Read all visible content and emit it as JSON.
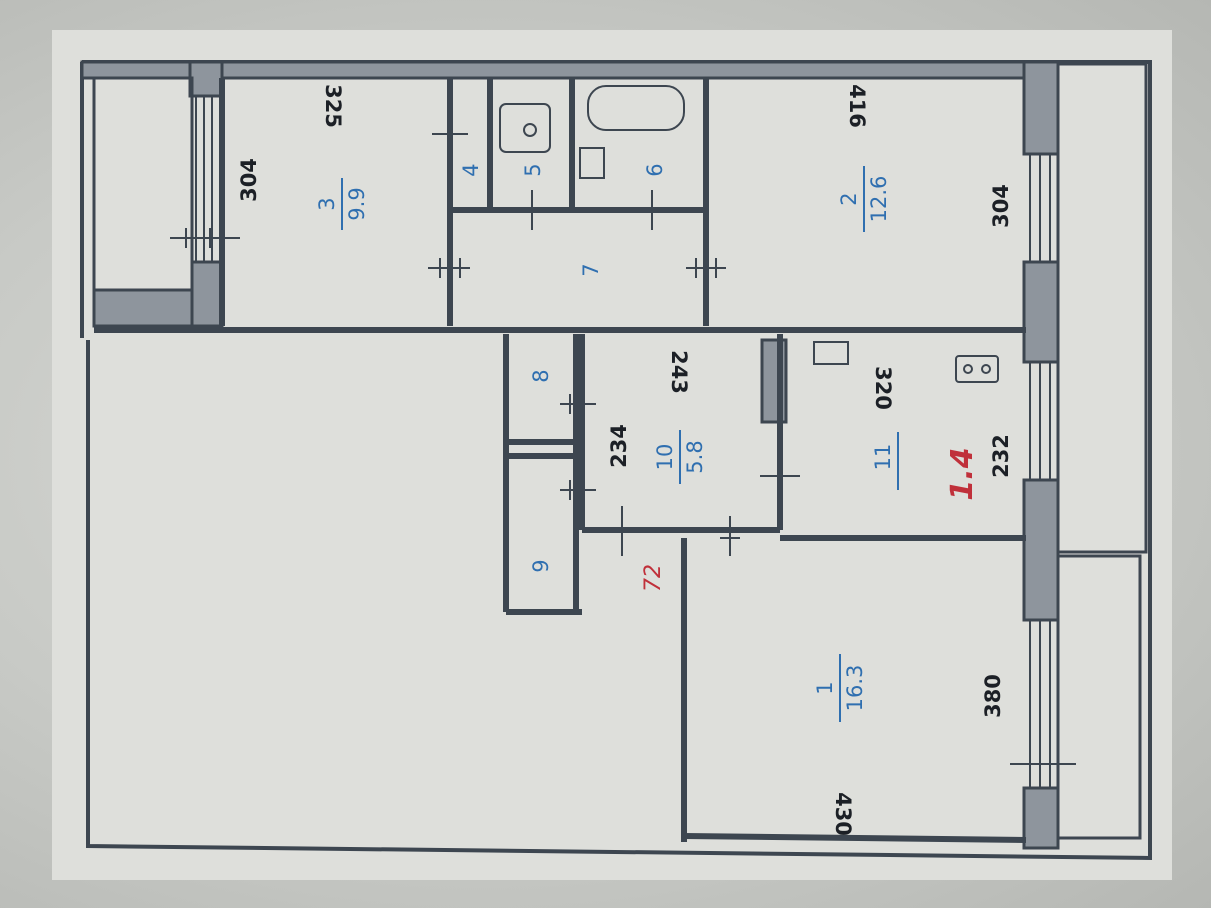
{
  "colors": {
    "paper": "#dedfdb",
    "wall_outline": "#3d4650",
    "wall_fill": "#8e959d",
    "dimension_text": "#1c2026",
    "room_text": "#2f6fb0",
    "handwriting": "#c0303a"
  },
  "rooms": [
    {
      "id": "room-1",
      "number": "1",
      "area": "16.3"
    },
    {
      "id": "room-2",
      "number": "2",
      "area": "12.6"
    },
    {
      "id": "room-3",
      "number": "3",
      "area": "9.9"
    },
    {
      "id": "room-4",
      "number": "4",
      "area": ""
    },
    {
      "id": "room-5",
      "number": "5",
      "area": ""
    },
    {
      "id": "room-6",
      "number": "6",
      "area": ""
    },
    {
      "id": "room-7",
      "number": "7",
      "area": ""
    },
    {
      "id": "room-8",
      "number": "8",
      "area": ""
    },
    {
      "id": "room-9",
      "number": "9",
      "area": ""
    },
    {
      "id": "room-10",
      "number": "10",
      "area": "5.8"
    },
    {
      "id": "room-11",
      "number": "11",
      "area": ""
    }
  ],
  "dimensions": {
    "d325": "325",
    "d304a": "304",
    "d416": "416",
    "d304b": "304",
    "d243": "243",
    "d234": "234",
    "d320": "320",
    "d232": "232",
    "d380": "380",
    "d430": "430"
  },
  "handwritten": {
    "h72": "72",
    "h17": "1.4"
  }
}
